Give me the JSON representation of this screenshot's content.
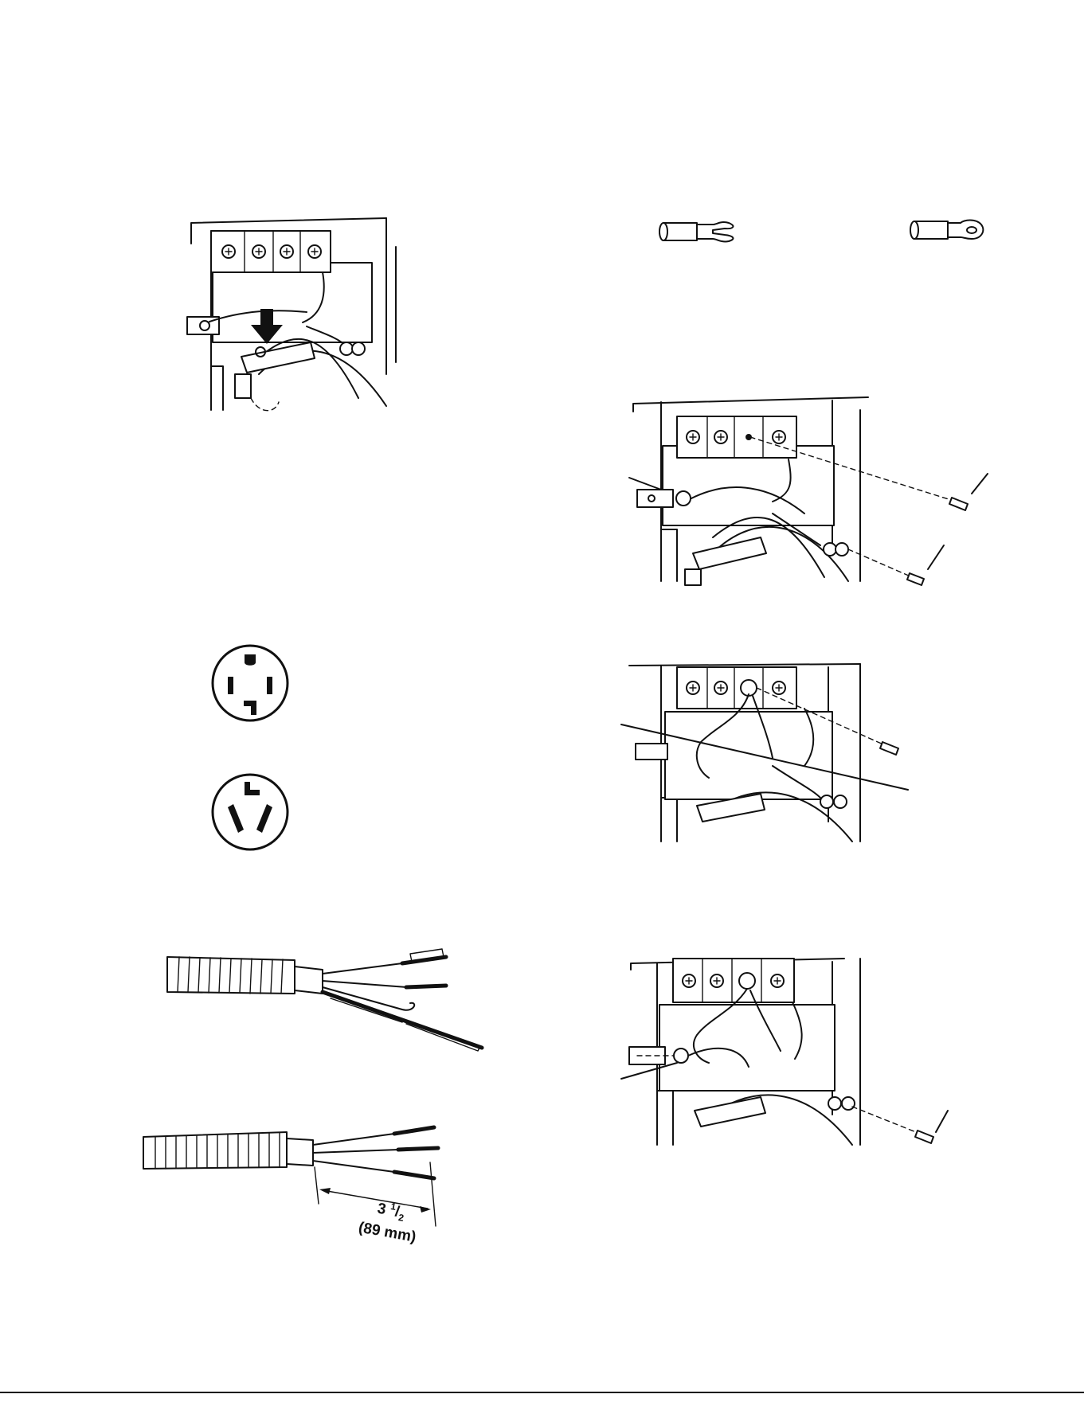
{
  "strip_dimension": {
    "whole": "3",
    "numerator": "1",
    "denominator": "2",
    "metric": "(89 mm)"
  }
}
